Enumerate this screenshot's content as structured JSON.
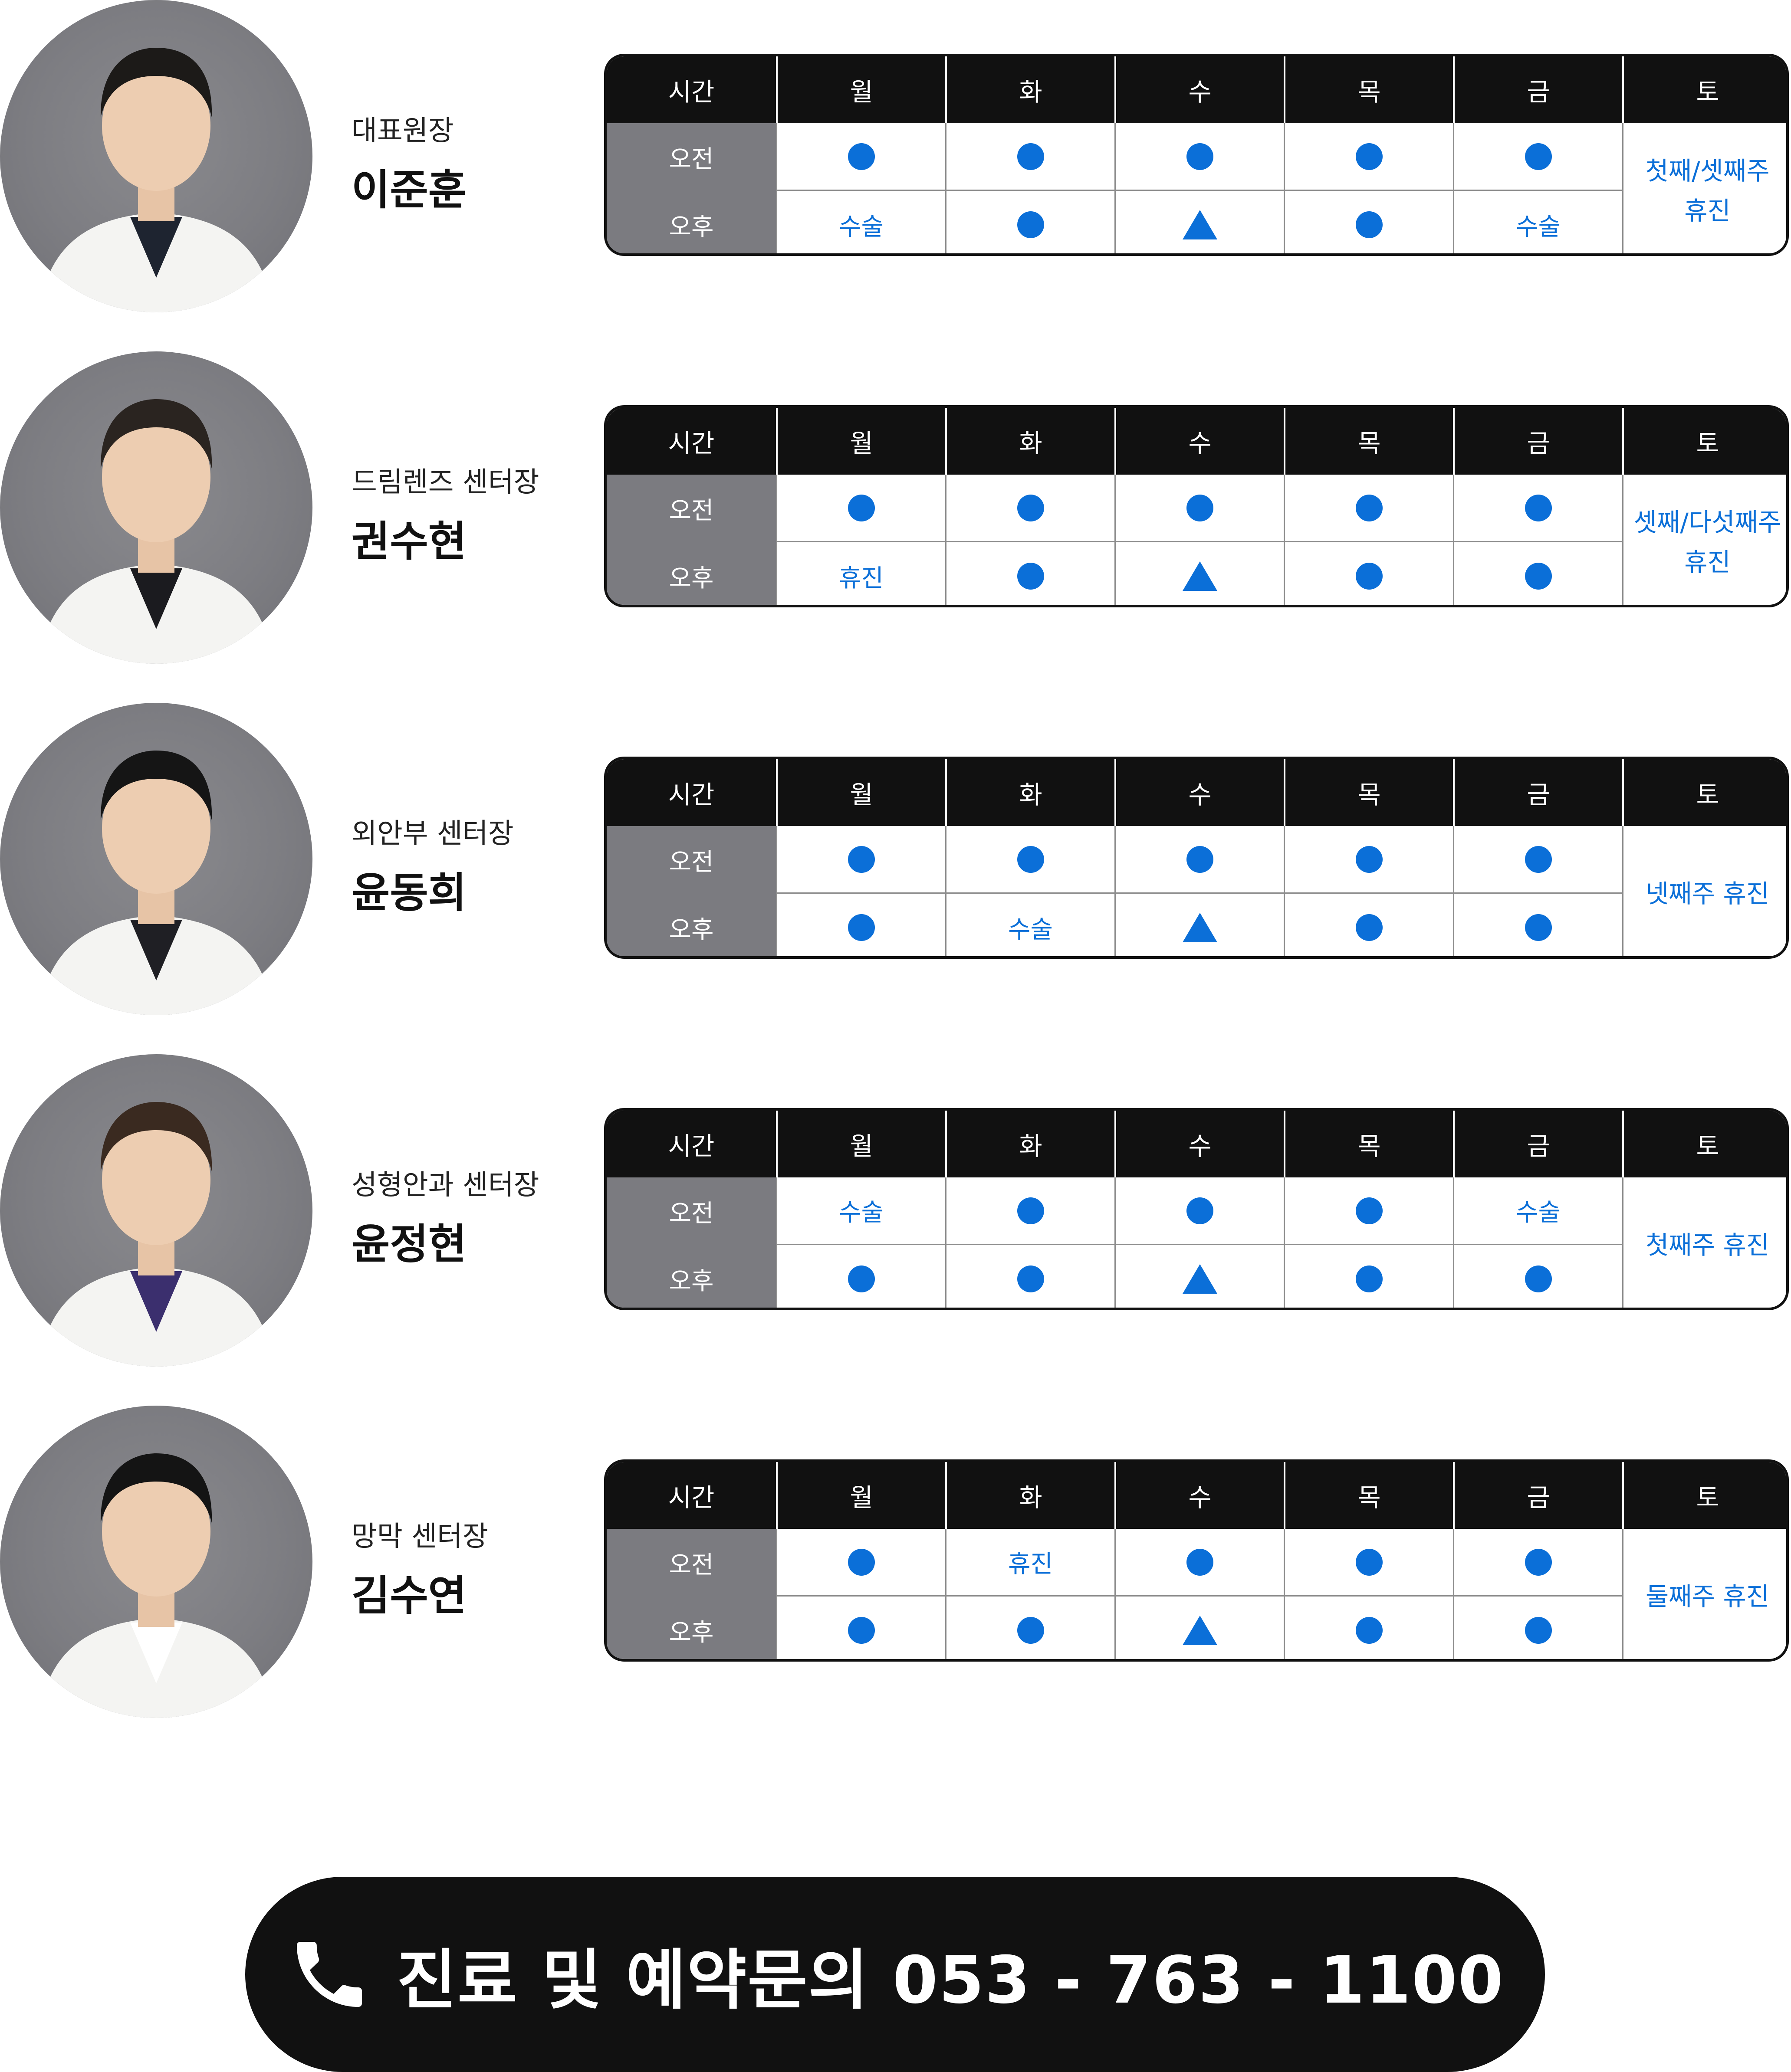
{
  "schedule_header": {
    "time_label": "시간",
    "days": [
      "월",
      "화",
      "수",
      "목",
      "금",
      "토"
    ]
  },
  "legend": {
    "morning": "오전",
    "afternoon": "오후"
  },
  "colors": {
    "accent": "#0b6fd8",
    "dark": "#111111",
    "grey": "#7b7b80"
  },
  "doctors": [
    {
      "role": "대표원장",
      "name": "이준훈",
      "morning": [
        "dot",
        "dot",
        "dot",
        "dot",
        "dot"
      ],
      "afternoon": [
        "수술",
        "dot",
        "triangle",
        "dot",
        "수술"
      ],
      "saturday": "첫째/셋째주\n휴진"
    },
    {
      "role": "드림렌즈 센터장",
      "name": "권수현",
      "morning": [
        "dot",
        "dot",
        "dot",
        "dot",
        "dot"
      ],
      "afternoon": [
        "휴진",
        "dot",
        "triangle",
        "dot",
        "dot"
      ],
      "saturday": "셋째/다섯째주\n휴진"
    },
    {
      "role": "외안부 센터장",
      "name": "윤동희",
      "morning": [
        "dot",
        "dot",
        "dot",
        "dot",
        "dot"
      ],
      "afternoon": [
        "dot",
        "수술",
        "triangle",
        "dot",
        "dot"
      ],
      "saturday": "넷째주 휴진"
    },
    {
      "role": "성형안과 센터장",
      "name": "윤정현",
      "morning": [
        "수술",
        "dot",
        "dot",
        "dot",
        "수술"
      ],
      "afternoon": [
        "dot",
        "dot",
        "triangle",
        "dot",
        "dot"
      ],
      "saturday": "첫째주 휴진"
    },
    {
      "role": "망막 센터장",
      "name": "김수연",
      "morning": [
        "dot",
        "휴진",
        "dot",
        "dot",
        "dot"
      ],
      "afternoon": [
        "dot",
        "dot",
        "triangle",
        "dot",
        "dot"
      ],
      "saturday": "둘째주 휴진"
    }
  ],
  "contact": {
    "icon": "phone-icon",
    "label": "진료 및 예약문의 053 - 763 - 1100"
  }
}
